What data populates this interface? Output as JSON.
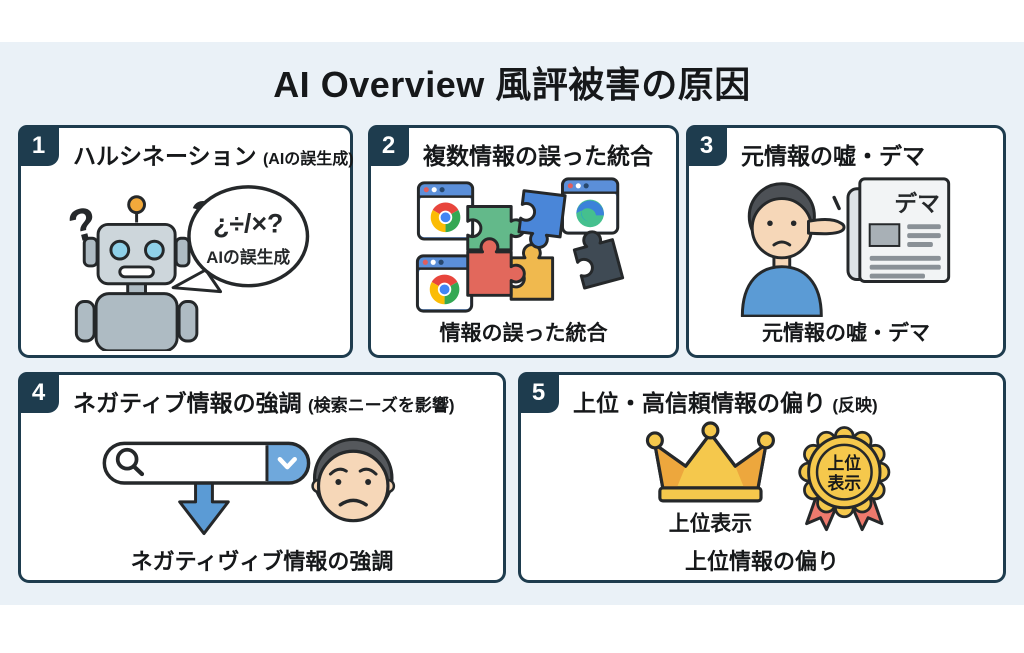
{
  "page": {
    "title": "AI Overview 風評被害の原因",
    "background_color": "#eaf1f7",
    "accent_color": "#1e3c4e"
  },
  "cards": [
    {
      "number": "1",
      "title": "ハルシネーション",
      "title_suffix": "(AIの誤生成)",
      "illustration": {
        "question_mark": "?",
        "speech_bubble_line1": "¿÷/×?",
        "speech_bubble_line2": "AIの誤生成"
      }
    },
    {
      "number": "2",
      "title": "複数情報の誤った統合",
      "caption": "情報の誤った統合"
    },
    {
      "number": "3",
      "title": "元情報の嘘・デマ",
      "newspaper_label": "デマ",
      "caption": "元情報の嘘・デマ"
    },
    {
      "number": "4",
      "title": "ネガティブ情報の強調",
      "title_suffix": "(検索ニーズを影響)",
      "caption": "ネガティヴィブ情報の強調"
    },
    {
      "number": "5",
      "title": "上位・高信頼情報の偏り",
      "title_suffix": "(反映)",
      "crown_label": "上位表示",
      "badge_line1": "上位",
      "badge_line2": "表示",
      "caption": "上位情報の偏り"
    }
  ]
}
